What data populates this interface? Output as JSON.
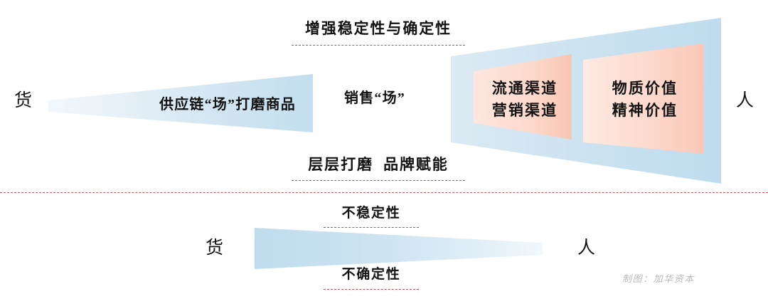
{
  "diagram": {
    "title_annotation_top": "增强稳定性与确定性",
    "title_annotation_bottom": "层层打磨  品牌赋能",
    "credit": "制图：加华资本",
    "colors": {
      "blue_light": "#e9f2f8",
      "blue_mid": "#cfe5f1",
      "blue_deep": "#bcdcee",
      "pink_light": "#fde3db",
      "pink_deep": "#fbcdbd",
      "accent_red": "#c94a57",
      "text": "#131313",
      "credit_gray": "#b9b9bd",
      "background": "#ffffff"
    }
  },
  "upper": {
    "left_endpoint": "货",
    "right_endpoint": "人",
    "supply_wedge_label": "供应链“场”打磨商品",
    "sales_label": "销售“场”",
    "panels": [
      {
        "line1": "流通渠道",
        "line2": "营销渠道"
      },
      {
        "line1": "物质价值",
        "line2": "精神价值"
      }
    ],
    "annotations": {
      "top": "增强稳定性与确定性",
      "bottom": "层层打磨  品牌赋能"
    }
  },
  "lower": {
    "left_endpoint": "货",
    "right_endpoint": "人",
    "annotations": {
      "top": "不稳定性",
      "bottom": "不确定性"
    }
  }
}
